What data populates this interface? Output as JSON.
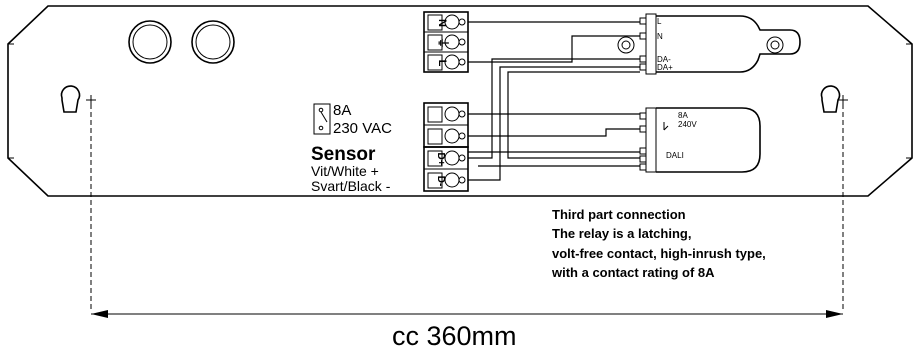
{
  "terminal_block_power": {
    "labels": [
      "N",
      "⏚",
      "L"
    ]
  },
  "terminal_block_sensor": {
    "labels": [
      "D+",
      "D-"
    ]
  },
  "driver_top": {
    "labels": [
      "L",
      "N",
      "DA-",
      "DA+"
    ]
  },
  "relay_module": {
    "labels": [
      "8A",
      "240V",
      "DALI"
    ]
  },
  "relay_rating": {
    "current": "8A",
    "voltage": "230 VAC"
  },
  "sensor": {
    "title": "Sensor",
    "wire_white": "Vit/White +",
    "wire_black": "Svart/Black -"
  },
  "notes": [
    "Third part connection",
    "The relay is a latching,",
    "volt-free contact, high-inrush type,",
    "with a contact rating of 8A"
  ],
  "dimension": {
    "label": "cc 360mm"
  }
}
